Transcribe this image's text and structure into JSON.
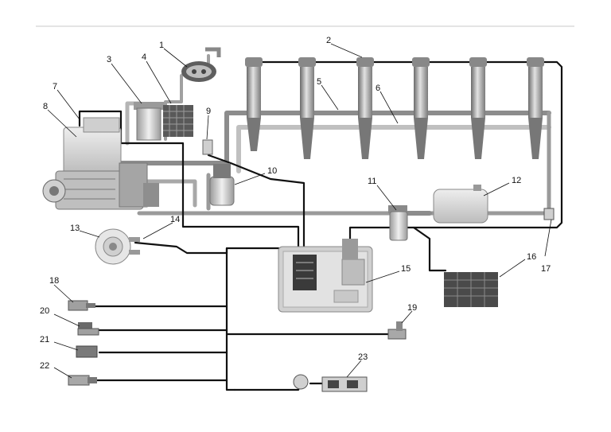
{
  "callouts": [
    {
      "id": "c1",
      "label": "1"
    },
    {
      "id": "c2",
      "label": "2"
    },
    {
      "id": "c3",
      "label": "3"
    },
    {
      "id": "c4",
      "label": "4"
    },
    {
      "id": "c5",
      "label": "5"
    },
    {
      "id": "c6",
      "label": "6"
    },
    {
      "id": "c7",
      "label": "7"
    },
    {
      "id": "c8",
      "label": "8"
    },
    {
      "id": "c9",
      "label": "9"
    },
    {
      "id": "c10",
      "label": "10"
    },
    {
      "id": "c11",
      "label": "11"
    },
    {
      "id": "c12",
      "label": "12"
    },
    {
      "id": "c13",
      "label": "13"
    },
    {
      "id": "c14",
      "label": "14"
    },
    {
      "id": "c15",
      "label": "15"
    },
    {
      "id": "c16",
      "label": "16"
    },
    {
      "id": "c17",
      "label": "17"
    },
    {
      "id": "c18",
      "label": "18"
    },
    {
      "id": "c19",
      "label": "19"
    },
    {
      "id": "c20",
      "label": "20"
    },
    {
      "id": "c21",
      "label": "21"
    },
    {
      "id": "c22",
      "label": "22"
    },
    {
      "id": "c23",
      "label": "23"
    }
  ],
  "colors": {
    "wire": "#1a1a1a",
    "fuel_pipe": "#8c8c8c",
    "return_pipe": "#bdbdbd",
    "component_light": "#e6e6e6",
    "component_mid": "#b5b5b5",
    "component_dark": "#5a5a5a"
  }
}
